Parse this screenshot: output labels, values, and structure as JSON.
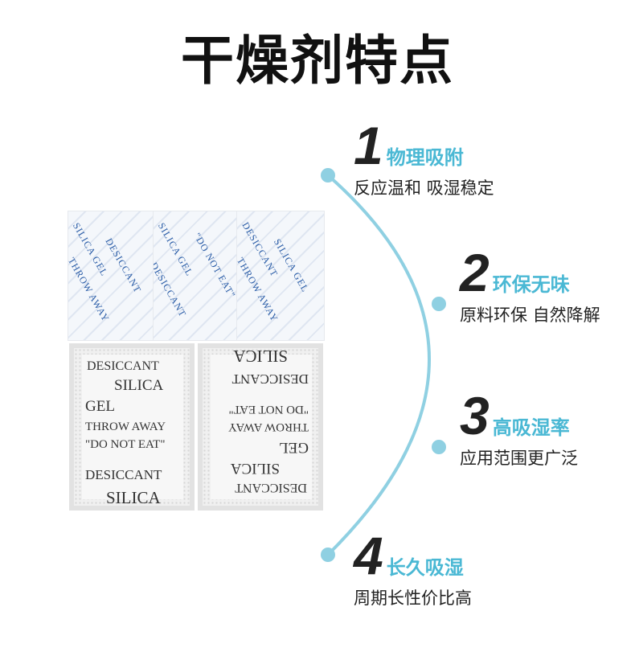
{
  "title": "干燥剂特点",
  "accent_color": "#4ab8d4",
  "features": [
    {
      "number": "1",
      "title": "物理吸附",
      "desc": "反应温和 吸湿稳定"
    },
    {
      "number": "2",
      "title": "环保无味",
      "desc": "原料环保 自然降解"
    },
    {
      "number": "3",
      "title": "高吸湿率",
      "desc": "应用范围更广泛"
    },
    {
      "number": "4",
      "title": "长久吸湿",
      "desc": "周期长性价比高"
    }
  ],
  "packet": {
    "desiccant": "DESICCANT",
    "silica": "SILICA",
    "gel": "GEL",
    "throw": "THROW AWAY",
    "do_not_eat": "\"DO NOT EAT\"",
    "silica_gel": "SILICA GEL"
  }
}
